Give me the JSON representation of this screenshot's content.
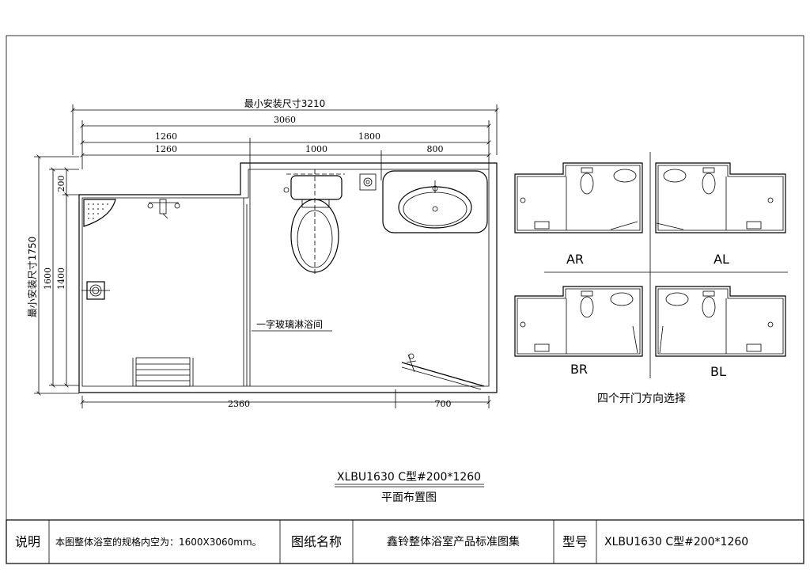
{
  "dimensions": {
    "min_install_length": "最小安装尺寸3210",
    "total_length": "3060",
    "left_width_1": "1260",
    "right_width": "1800",
    "left_width_2": "1260",
    "toilet_width": "1000",
    "basin_width": "800",
    "bottom_left": "2360",
    "bottom_right": "700",
    "min_install_depth": "最小安装尺寸1750",
    "depth_1600": "1600",
    "depth_1400": "1400",
    "depth_200": "200"
  },
  "plan_labels": {
    "glass_shower": "一字玻璃淋浴间"
  },
  "variants": {
    "ar": "AR",
    "al": "AL",
    "br": "BR",
    "bl": "BL",
    "caption": "四个开门方向选择"
  },
  "drawing_title": {
    "model": "XLBU1630 C型#200*1260",
    "subtitle": "平面布置图"
  },
  "title_block": {
    "note_label": "说明",
    "note_text": "本图整体浴室的规格内空为：1600X3060mm。",
    "drawing_name_label": "图纸名称",
    "drawing_name": "鑫铃整体浴室产品标准图集",
    "model_label": "型号",
    "model_value": "XLBU1630 C型#200*1260"
  }
}
